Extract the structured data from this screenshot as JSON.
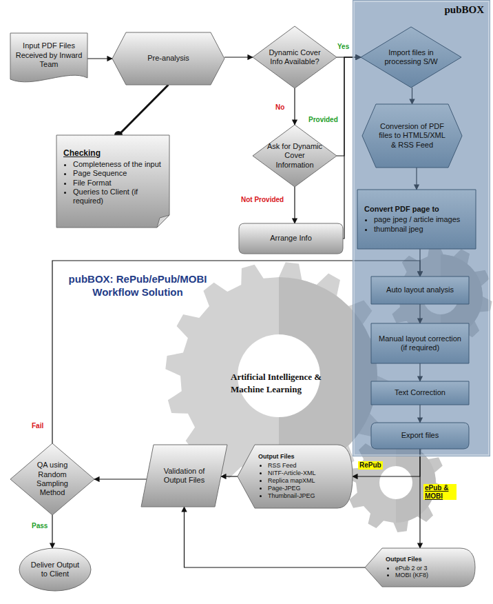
{
  "diagram": {
    "title": "pubBOX: RePub/ePub/MOBI Workflow Solution",
    "nodes": [
      {
        "text": [
          "Input PDF Files Received by Inward Team"
        ]
      },
      {
        "text": [
          "Pre-analysis"
        ]
      },
      {
        "text": [
          "Checking",
          "Completeness of the input",
          "Page Sequence",
          "File Format",
          "Queries to Client (if required)"
        ]
      },
      {
        "text": [
          "Dynamic Cover Info Available?"
        ]
      },
      {
        "text": [
          "Ask for Dynamic Cover Information"
        ]
      },
      {
        "text": [
          "Arrange Info"
        ]
      },
      {
        "text": [
          "pubBOX"
        ]
      },
      {
        "text": [
          "Import files in processing S/W"
        ],
        "in": 6
      },
      {
        "text": [
          "Conversion of PDF files to HTML5/XML & RSS Feed"
        ],
        "in": 6
      },
      {
        "text": [
          "Convert PDF page to",
          "page jpeg / article images",
          "thumbnail jpeg"
        ],
        "in": 6
      },
      {
        "text": [
          "Auto layout analysis"
        ],
        "in": 6
      },
      {
        "text": [
          "Manual layout correction (if required)"
        ],
        "in": 6
      },
      {
        "text": [
          "Text Correction"
        ],
        "in": 6
      },
      {
        "text": [
          "Export files"
        ],
        "in": 6
      },
      {
        "text": [
          "Output Files",
          "RSS Feed",
          "NITF-Article-XML",
          "Replica mapXML",
          "Page-JPEG",
          "Thumbnail-JPEG"
        ]
      },
      {
        "text": [
          "Validation of Output Files"
        ]
      },
      {
        "text": [
          "QA using Random Sampling Method"
        ]
      },
      {
        "text": [
          "Deliver Output to Client"
        ]
      },
      {
        "text": [
          "Output Files",
          "ePub 2 or 3",
          "MOBI (KF8)"
        ]
      }
    ],
    "edges": [
      {
        "from": 0,
        "to": 1,
        "arrow": "to"
      },
      {
        "from": 1,
        "to": 2,
        "arrow": "none"
      },
      {
        "from": 1,
        "to": 3,
        "arrow": "to"
      },
      {
        "from": 3,
        "to": 7,
        "label": "Yes",
        "arrow": "to"
      },
      {
        "from": 3,
        "to": 4,
        "label": "No",
        "arrow": "to"
      },
      {
        "from": 4,
        "to": 7,
        "label": "Provided",
        "arrow": "to"
      },
      {
        "from": 4,
        "to": 5,
        "label": "Not Provided",
        "arrow": "to"
      },
      {
        "from": 5,
        "to": 7,
        "arrow": "to"
      },
      {
        "from": 7,
        "to": 8,
        "arrow": "to"
      },
      {
        "from": 8,
        "to": 9,
        "arrow": "to"
      },
      {
        "from": 9,
        "to": 10,
        "arrow": "to"
      },
      {
        "from": 10,
        "to": 11,
        "arrow": "to"
      },
      {
        "from": 11,
        "to": 12,
        "arrow": "to"
      },
      {
        "from": 12,
        "to": 13,
        "arrow": "to"
      },
      {
        "from": 13,
        "to": 14,
        "label": "RePub",
        "arrow": "to"
      },
      {
        "from": 13,
        "to": 18,
        "label": "ePub & MOBI",
        "arrow": "to"
      },
      {
        "from": 14,
        "to": 15,
        "arrow": "to"
      },
      {
        "from": 18,
        "to": 15,
        "arrow": "to"
      },
      {
        "from": 15,
        "to": 16,
        "arrow": "to"
      },
      {
        "from": 16,
        "to": 17,
        "label": "Pass",
        "arrow": "to"
      },
      {
        "from": 16,
        "to": 10,
        "label": "Fail",
        "arrow": "to"
      }
    ],
    "labels": [
      "Artificial Intelligence & Machine Learning"
    ]
  }
}
